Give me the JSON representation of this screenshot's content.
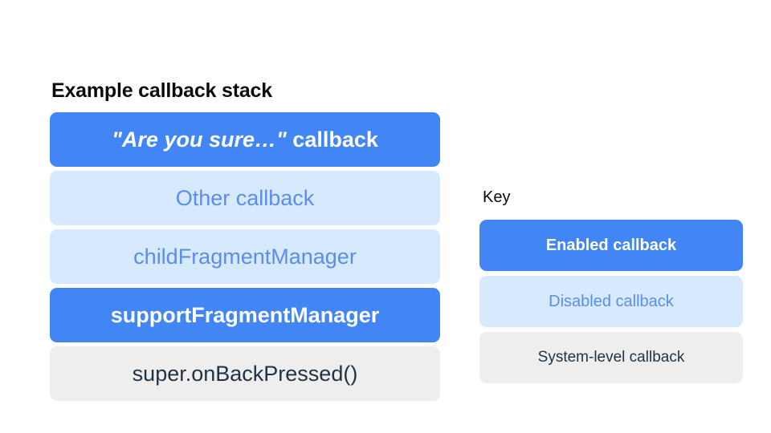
{
  "stack": {
    "title": "Example callback stack",
    "items": [
      {
        "label": "\"Are you sure…\" callback",
        "quoted_part": "\"Are you sure…\"",
        "plain_part": " callback",
        "type": "enabled"
      },
      {
        "label": "Other callback",
        "type": "disabled"
      },
      {
        "label": "childFragmentManager",
        "type": "disabled"
      },
      {
        "label": "supportFragmentManager",
        "type": "enabled"
      },
      {
        "label": "super.onBackPressed()",
        "type": "system"
      }
    ]
  },
  "key": {
    "title": "Key",
    "items": [
      {
        "label": "Enabled callback",
        "type": "enabled"
      },
      {
        "label": "Disabled callback",
        "type": "disabled"
      },
      {
        "label": "System-level callback",
        "type": "system"
      }
    ]
  },
  "colors": {
    "enabled_fill": "#4285F4",
    "enabled_text": "#FFFFFF",
    "disabled_fill": "#D7EAFD",
    "disabled_text": "#5B8DEF",
    "system_fill": "#EEEEEE",
    "system_text": "#1F3344",
    "background": "#FFFFFF",
    "title_text": "#0B0B0B"
  }
}
